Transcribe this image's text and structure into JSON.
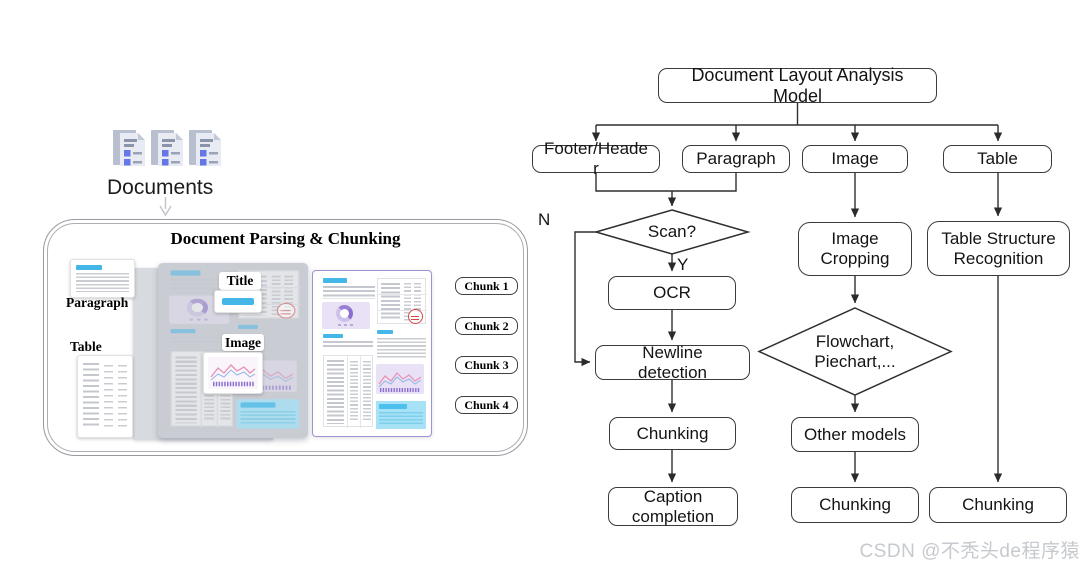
{
  "colors": {
    "accent-cyan": "#45b6e8",
    "accent-purple": "#8a6fd0",
    "lavender": "#e9e1f5",
    "stamp-red": "#d84444",
    "teal-block": "#a6e1f6",
    "page-border-purple": "#9e92d2",
    "flow-line": "#2f2f2f",
    "watermark-gray": "#c6c9cd",
    "icon-blue": "#6577e6"
  },
  "documents": {
    "label": "Documents"
  },
  "panel": {
    "title": "Document Parsing & Chunking",
    "annotations": {
      "paragraph": "Paragraph",
      "title": "Title",
      "table": "Table",
      "image": "Image"
    },
    "chunks": [
      "Chunk 1",
      "Chunk 2",
      "Chunk 3",
      "Chunk 4"
    ]
  },
  "flowchart": {
    "root": "Document Layout Analysis\nModel",
    "branches": {
      "footer_header": "Footer/Heade\nr",
      "paragraph": "Paragraph",
      "image": "Image",
      "table": "Table"
    },
    "decisions": {
      "scan": "Scan?",
      "flowchart_piechart": "Flowchart,\nPiechart,..."
    },
    "decision_labels": {
      "no": "N",
      "yes": "Y"
    },
    "nodes": {
      "ocr": "OCR",
      "newline_detection": "Newline\ndetection",
      "chunking_text": "Chunking",
      "caption_completion": "Caption\ncompletion",
      "image_cropping": "Image\nCropping",
      "other_models": "Other models",
      "chunking_image": "Chunking",
      "table_structure_recognition": "Table Structure\nRecognition",
      "chunking_table": "Chunking"
    }
  },
  "watermark": "CSDN @不秃头de程序猿"
}
